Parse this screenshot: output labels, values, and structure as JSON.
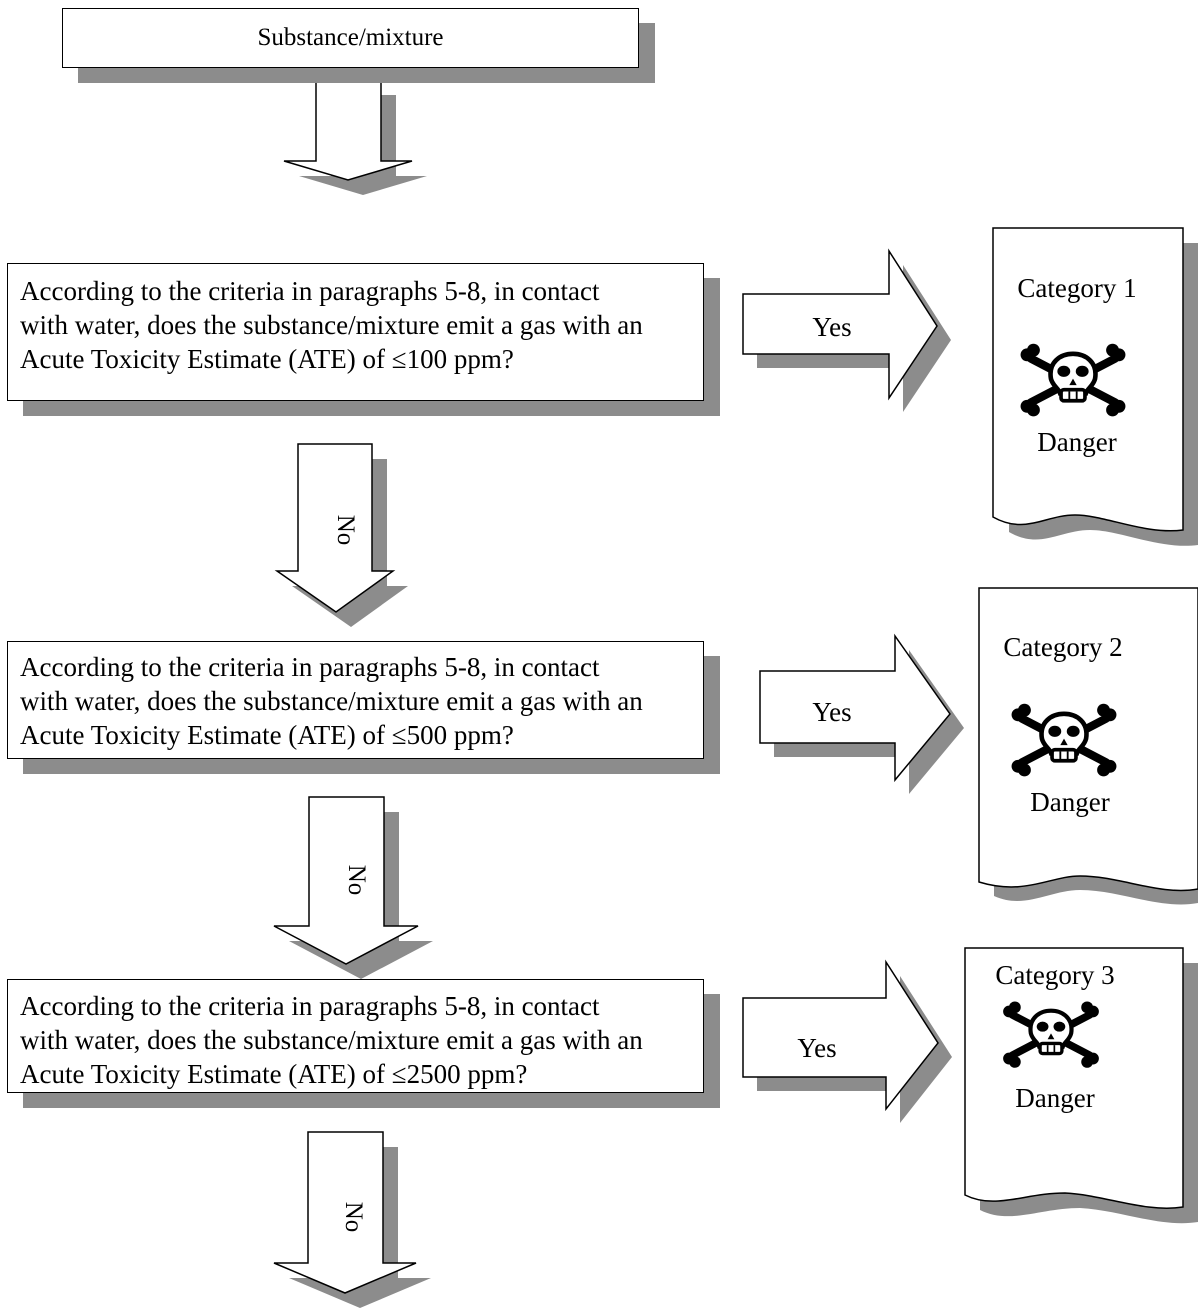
{
  "start": {
    "label": "Substance/mixture"
  },
  "questions": [
    {
      "lines": [
        "According to the criteria in paragraphs 5-8, in contact",
        "with water, does the substance/mixture emit a gas with an",
        "Acute Toxicity Estimate (ATE) of ≤100 ppm?"
      ]
    },
    {
      "lines": [
        "According to the criteria in paragraphs 5-8, in contact",
        "with water, does the substance/mixture emit a gas with an",
        "Acute Toxicity Estimate (ATE) of ≤500 ppm?"
      ]
    },
    {
      "lines": [
        "According to the criteria in paragraphs 5-8, in contact",
        "with water, does the substance/mixture emit a gas with an",
        "Acute Toxicity Estimate (ATE) of ≤2500 ppm?"
      ]
    }
  ],
  "yes_label": "Yes",
  "no_label": "No",
  "outcomes": [
    {
      "category": "Category 1",
      "signal_word": "Danger",
      "pictogram": "skull-and-crossbones-icon"
    },
    {
      "category": "Category 2",
      "signal_word": "Danger",
      "pictogram": "skull-and-crossbones-icon"
    },
    {
      "category": "Category 3",
      "signal_word": "Danger",
      "pictogram": "skull-and-crossbones-icon"
    }
  ],
  "colors": {
    "stroke": "#000000",
    "shadow": "#8c8c8c",
    "fill": "#ffffff"
  }
}
